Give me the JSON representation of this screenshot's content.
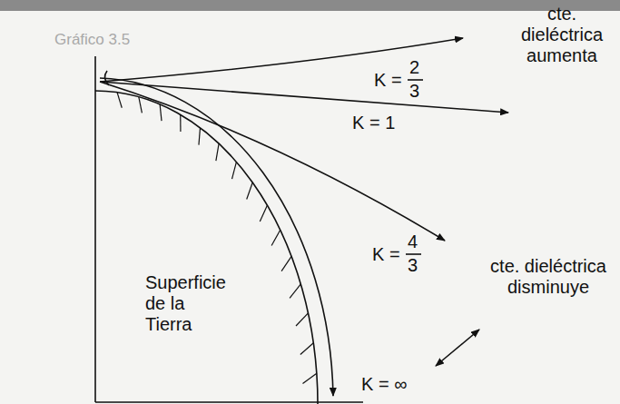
{
  "diagram": {
    "labels": [
      "cte. dieléctrica aumenta",
      "K =",
      "2",
      "3",
      "K = 1",
      "K =",
      "4",
      "3",
      "cte. dieléctrica disminuye",
      "Superficie de la Tierra",
      "K = ∞",
      "Gráfico 3.5"
    ]
  }
}
